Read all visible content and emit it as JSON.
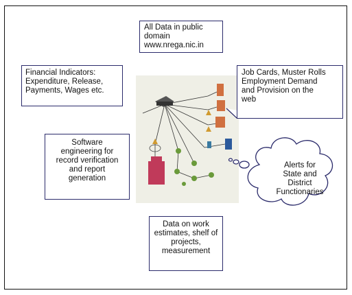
{
  "boxes": {
    "public_domain": [
      "All Data in public",
      "domain",
      "www.nrega.nic.in"
    ],
    "financial": [
      "Financial Indicators:",
      "Expenditure, Release,",
      "Payments, Wages etc."
    ],
    "job_cards": [
      "Job Cards, Muster Rolls",
      "Employment Demand",
      "and Provision on the",
      "web"
    ],
    "software": [
      "Software",
      "engineering for",
      "record verification",
      "and report",
      "generation"
    ],
    "work_data": [
      "Data on work",
      "estimates, shelf of",
      "projects,",
      "measurement"
    ],
    "alerts": [
      "Alerts for",
      "State and",
      "District",
      "Functionaries"
    ]
  },
  "colors": {
    "border": "#2a2a6a",
    "building_red": "#c03a5a",
    "building_orange": "#d07040",
    "building_blue": "#2c5a9c",
    "tree_green": "#6a9a3a"
  }
}
